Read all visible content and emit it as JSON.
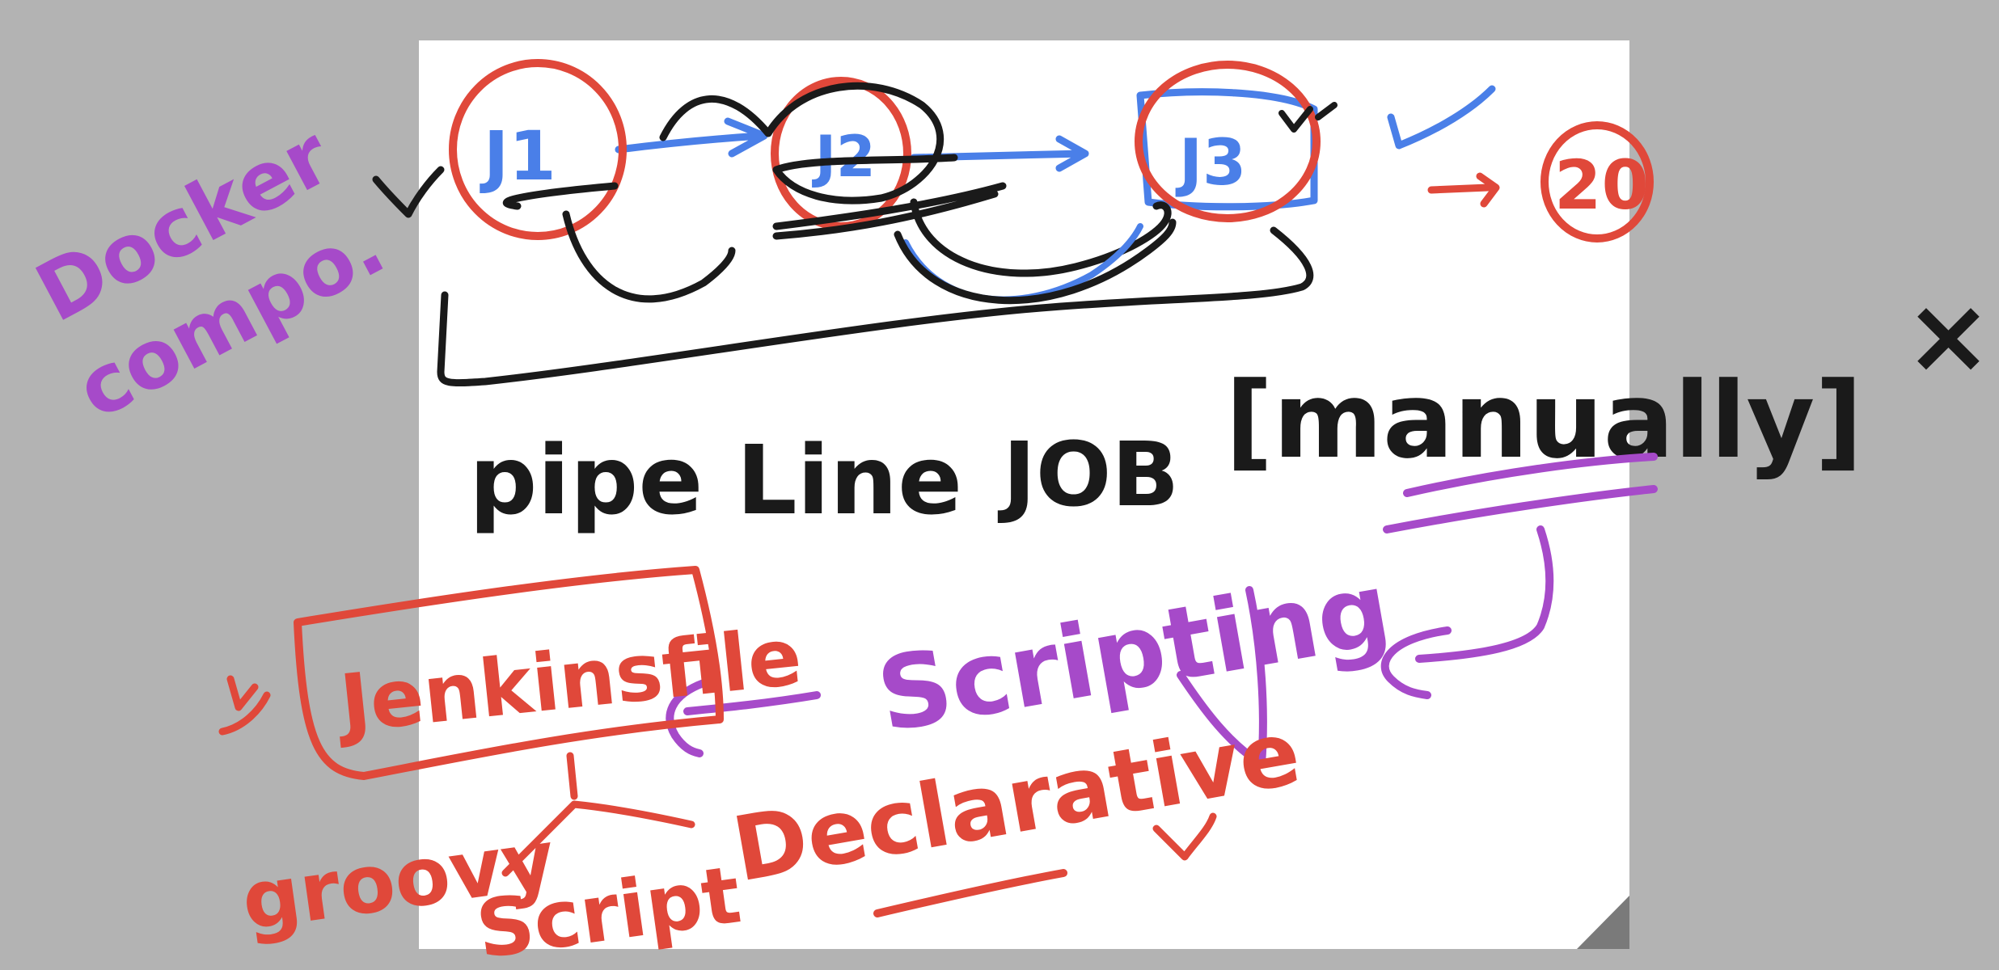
{
  "colors": {
    "background": "#b3b3b3",
    "page": "#ffffff",
    "ink_black": "#1a1a1a",
    "ink_red": "#e0483a",
    "ink_blue": "#4a7fe8",
    "ink_purple": "#a64ac9"
  },
  "diagram": {
    "jobs": [
      {
        "id": "j1",
        "label": "J1"
      },
      {
        "id": "j2",
        "label": "J2"
      },
      {
        "id": "j3",
        "label": "J3"
      }
    ],
    "count_label": "20",
    "side_note": [
      "Docker",
      "compo."
    ],
    "pipeline_text": "pipe Line",
    "job_text": "JOB",
    "manual_text": "[manually]",
    "cross_mark": "×",
    "scripting_text": "Scripting",
    "jenkinsfile_text": "Jenkinsfile",
    "groovy_text": "groovy",
    "script_text": "Script",
    "declarative_text": "Declarative"
  }
}
